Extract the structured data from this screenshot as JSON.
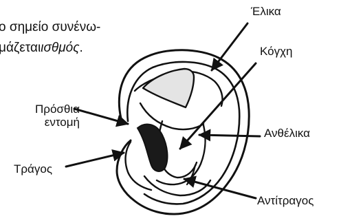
{
  "caption": {
    "line1": "ο σημείο συνένω-",
    "line2_prefix": "μάζεται",
    "line2_italic": "ισθμός",
    "line2_suffix": "."
  },
  "labels": {
    "helix": "Έλικα",
    "concha": "Κόγχη",
    "anterior_notch_line1": "Πρόσθια",
    "anterior_notch_line2": "εντομή",
    "antihelix": "Ανθέλικα",
    "tragus": "Τράγος",
    "antitragus": "Αντίτραγος"
  },
  "colors": {
    "ink": "#111111",
    "fill_dark": "#1a1a1a",
    "fill_light": "#e4e4e4"
  }
}
